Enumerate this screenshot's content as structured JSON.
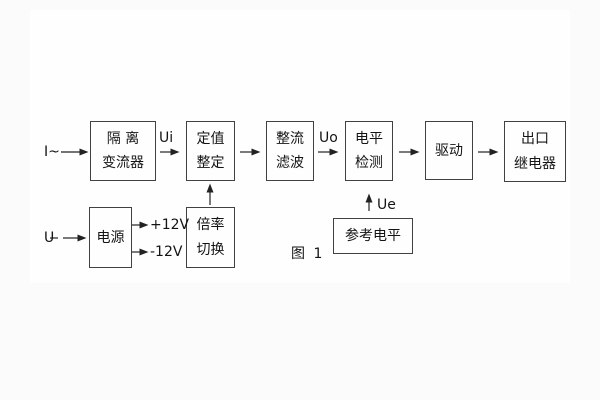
{
  "figure": {
    "caption": "图 1"
  },
  "inputs": {
    "current": "I~",
    "voltage": "U"
  },
  "signals": {
    "ui": "Ui",
    "uo": "Uo",
    "ue": "Ue",
    "plus12": "+12V",
    "minus12": "-12V"
  },
  "blocks": {
    "isolation_transformer": {
      "line1": "隔 离",
      "line2": "变流器"
    },
    "setting_adjust": {
      "line1": "定值",
      "line2": "整定"
    },
    "rectifier_filter": {
      "line1": "整流",
      "line2": "滤波"
    },
    "level_detect": {
      "line1": "电平",
      "line2": "检测"
    },
    "drive": {
      "line1": "驱动"
    },
    "output_relay": {
      "line1": "出口",
      "line2": "继电器"
    },
    "power_supply": {
      "line1": "电源"
    },
    "ratio_switch": {
      "line1": "倍率",
      "line2": "切换"
    },
    "reference_level": {
      "line1": "参考电平"
    }
  },
  "colors": {
    "line": "#222222",
    "box_border": "#414141",
    "background": "#fbfbfb"
  }
}
